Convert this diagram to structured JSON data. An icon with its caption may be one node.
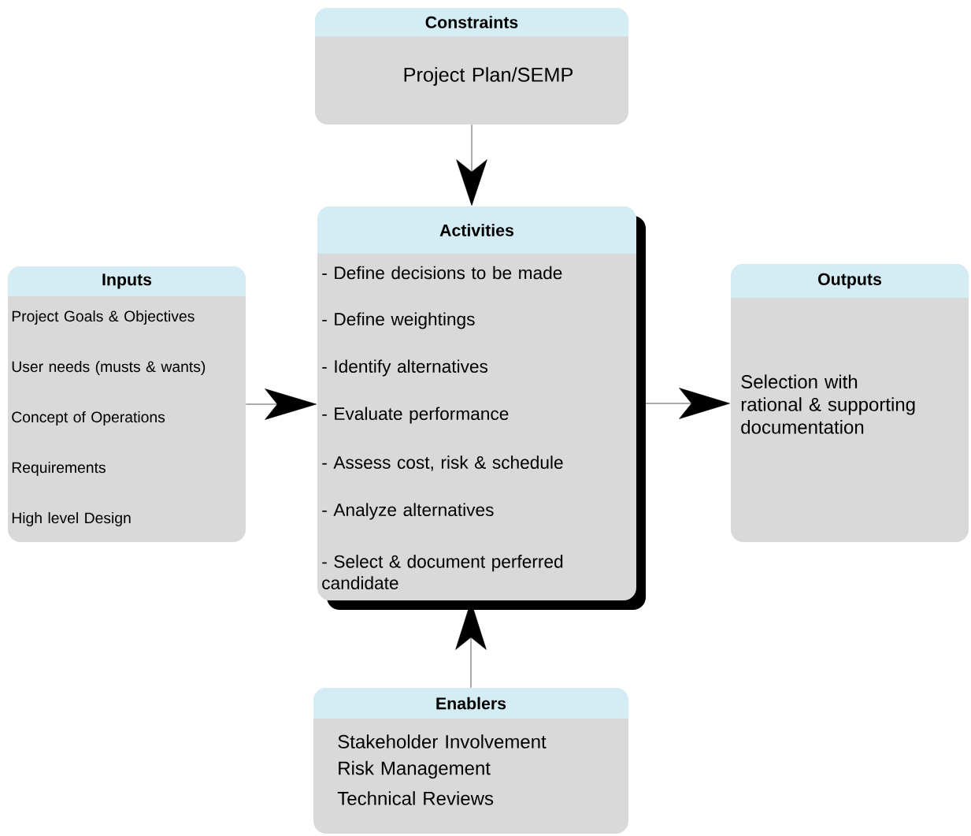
{
  "diagram": {
    "nodes": [
      {
        "text": [
          "Constraints",
          "Project Plan/SEMP"
        ]
      },
      {
        "text": [
          "Inputs",
          "Project Goals & Objectives",
          "User needs (musts & wants)",
          "Concept of Operations",
          "Requirements",
          "High level Design"
        ]
      },
      {
        "text": [
          "Activities",
          "- Define decisions to be made",
          "- Define weightings",
          "- Identify alternatives",
          "- Evaluate performance",
          "- Assess cost, risk & schedule",
          "- Analyze alternatives",
          "- Select & document perferred candidate"
        ]
      },
      {
        "text": [
          "Outputs",
          "Selection with rational & supporting documentation"
        ]
      },
      {
        "text": [
          "Enablers",
          "Stakeholder Involvement",
          "Risk Management",
          "Technical Reviews"
        ]
      }
    ],
    "edges": [
      {
        "from": 0,
        "to": 2,
        "arrow": "to"
      },
      {
        "from": 1,
        "to": 2,
        "arrow": "to"
      },
      {
        "from": 2,
        "to": 3,
        "arrow": "to"
      },
      {
        "from": 4,
        "to": 2,
        "arrow": "to"
      }
    ]
  }
}
